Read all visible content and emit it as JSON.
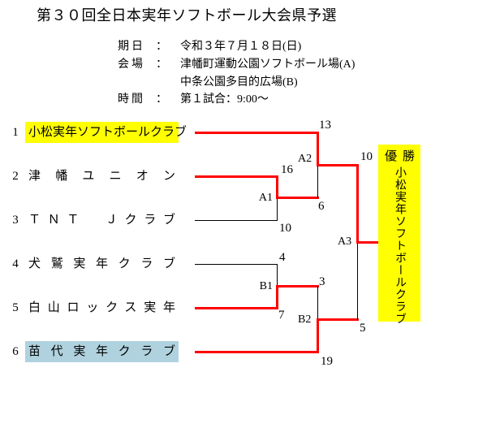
{
  "title": "第３０回全日本実年ソフトボール大会県予選",
  "info": {
    "colon": "：",
    "date_label": "期日",
    "date_value": "令和３年７月１８日(日)",
    "venue_label": "会場",
    "venue_value": "津幡町運動公園ソフトボール場(A)",
    "venue_value2": "中条公園多目的広場(B)",
    "time_label": "時間",
    "time_value": "第１試合：9:00～"
  },
  "teams": [
    {
      "seed": "1",
      "name": "小松実年ソフトボールクラブ"
    },
    {
      "seed": "2",
      "name": "津幡ユニオン"
    },
    {
      "seed": "3",
      "name": "ＴＮＴ　Ｊクラブ"
    },
    {
      "seed": "4",
      "name": "犬鷲実年クラブ"
    },
    {
      "seed": "5",
      "name": "白山ロックス実年"
    },
    {
      "seed": "6",
      "name": "苗代実年クラブ"
    }
  ],
  "matches": [
    {
      "id": "A1",
      "top_score": "16",
      "bottom_score": "10"
    },
    {
      "id": "A2",
      "top_score": "13",
      "bottom_score": "6"
    },
    {
      "id": "B1",
      "top_score": "4",
      "bottom_score": "7"
    },
    {
      "id": "B2",
      "top_score": "3",
      "bottom_score": "19"
    },
    {
      "id": "A3",
      "top_score": "10",
      "bottom_score": "5"
    }
  ],
  "champion": {
    "label": "優勝",
    "name": "小松実年ソフトボールクラブ"
  },
  "colors": {
    "winner_path": "#FF0000",
    "loser_path": "#000000",
    "champion_highlight": "#FFFF00",
    "runner_up_highlight": "#AFD2DE"
  }
}
